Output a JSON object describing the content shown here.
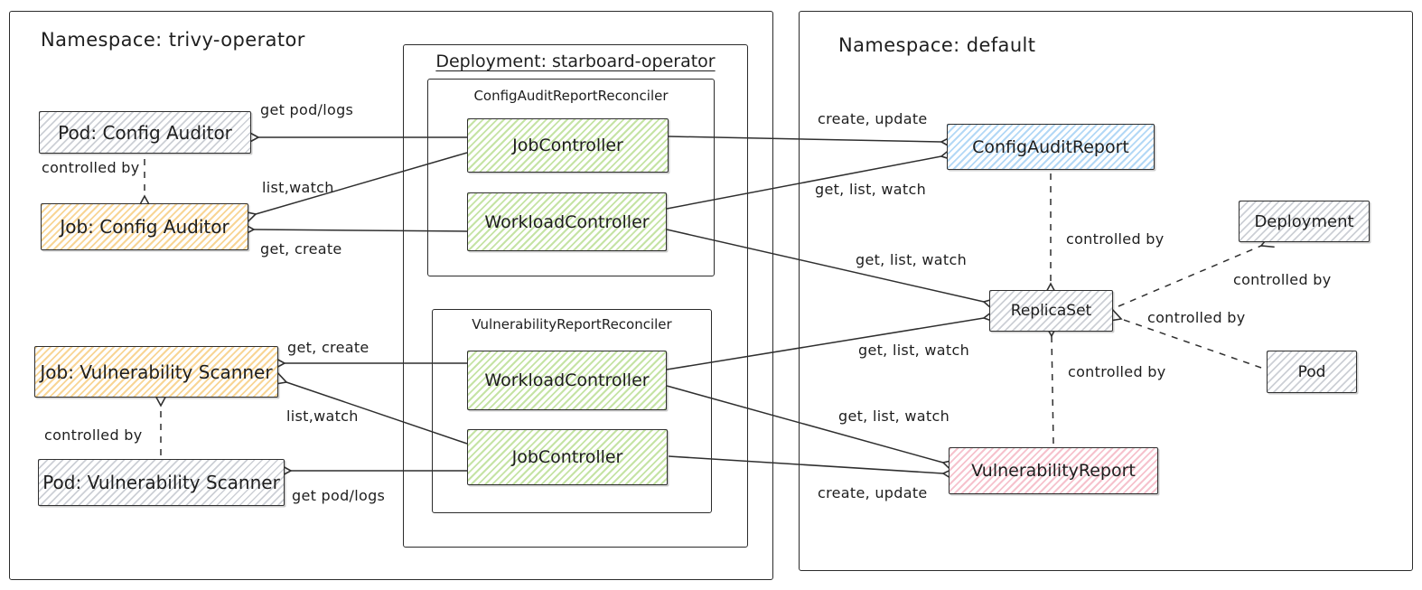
{
  "left_namespace": {
    "title": "Namespace: trivy-operator",
    "pod_config_auditor": "Pod: Config Auditor",
    "job_config_auditor": "Job: Config Auditor",
    "job_vulnerability_scanner": "Job: Vulnerability Scanner",
    "pod_vulnerability_scanner": "Pod: Vulnerability Scanner",
    "deployment": {
      "title": "Deployment: starboard-operator",
      "config_audit_reconciler": {
        "title": "ConfigAuditReportReconciler",
        "job_controller": "JobController",
        "workload_controller": "WorkloadController"
      },
      "vulnerability_reconciler": {
        "title": "VulnerabilityReportReconciler",
        "workload_controller": "WorkloadController",
        "job_controller": "JobController"
      }
    }
  },
  "right_namespace": {
    "title": "Namespace: default",
    "config_audit_report": "ConfigAuditReport",
    "replica_set": "ReplicaSet",
    "deployment": "Deployment",
    "pod": "Pod",
    "vulnerability_report": "VulnerabilityReport"
  },
  "edges": {
    "get_pod_logs_config": "get pod/logs",
    "list_watch_config": "list,watch",
    "get_create_config": "get, create",
    "controlled_by_pod_job_config": "controlled by",
    "create_update_config_report": "create, update",
    "get_list_watch_config_report": "get, list, watch",
    "get_list_watch_replicaset_top": "get, list, watch",
    "get_list_watch_replicaset_bottom": "get, list, watch",
    "get_list_watch_vuln_report": "get, list, watch",
    "create_update_vuln_report": "create, update",
    "get_create_vuln": "get, create",
    "list_watch_vuln": "list,watch",
    "get_pod_logs_vuln": "get pod/logs",
    "controlled_by_pod_job_vuln": "controlled by",
    "controlled_by_configauditreport_replicaset": "controlled by",
    "controlled_by_vulnreport_replicaset": "controlled by",
    "controlled_by_replicaset_deployment": "controlled by",
    "controlled_by_pod_replicaset": "controlled by"
  },
  "colors": {
    "ink": "#1e1e1e",
    "green_fill": "#8cc84b",
    "orange_fill": "#f3b33e",
    "blue_fill": "#74b8ef",
    "pink_fill": "#ef8fa4",
    "gray_fill": "#9aa0ac"
  }
}
